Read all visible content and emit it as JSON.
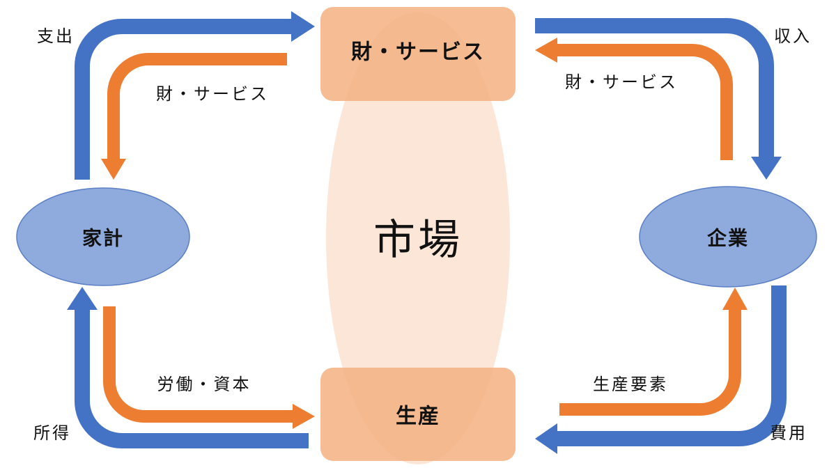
{
  "market": {
    "label": "市場"
  },
  "goods_market": {
    "label": "財・サービス"
  },
  "production": {
    "label": "生産"
  },
  "household": {
    "label": "家計"
  },
  "firm": {
    "label": "企業"
  },
  "flows": {
    "spending": "支出",
    "goods_to_household": "財・サービス",
    "revenue": "収入",
    "goods_from_firm": "財・サービス",
    "labor_capital": "労働・資本",
    "factors_of_production": "生産要素",
    "income": "所得",
    "cost": "費用"
  },
  "colors": {
    "money_flow": "#4472c4",
    "goods_flow": "#ed7d31",
    "agent_fill": "#8faadc",
    "market_fill": "#f4b183"
  }
}
